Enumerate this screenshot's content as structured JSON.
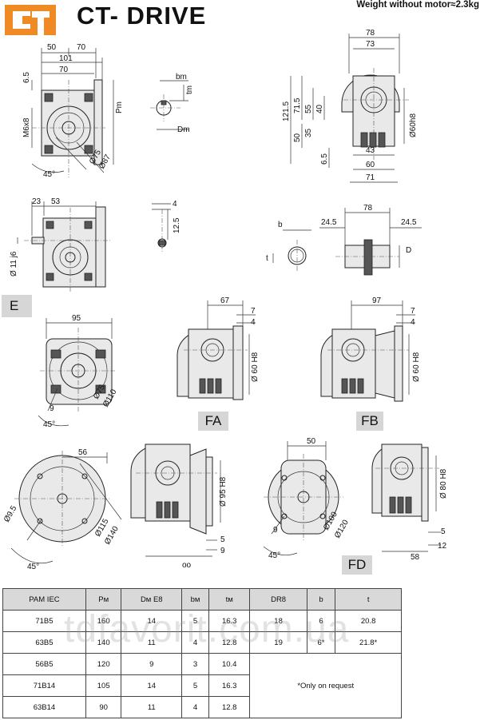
{
  "header": {
    "brand": "CT- DRIVE",
    "weight_note": "Weight without motor≈2.3kg"
  },
  "sections": {
    "e": "E",
    "fa": "FA",
    "fb": "FB",
    "fd": "FD"
  },
  "dims": {
    "front": [
      "6.5",
      "50",
      "70",
      "101",
      "70",
      "M6x8",
      "Pm",
      "Ø75",
      "Ø87",
      "45°"
    ],
    "key": [
      "bm",
      "tm",
      "Dm"
    ],
    "side": [
      "78",
      "73",
      "121.5",
      "71.5",
      "55",
      "40",
      "35",
      "50",
      "6.5",
      "43",
      "60",
      "71",
      "Ø60h8"
    ],
    "shaft_e": [
      "23",
      "53",
      "Ø 11 j6"
    ],
    "key_e": [
      "4",
      "12.5"
    ],
    "hollow": [
      "78",
      "24.5",
      "24.5",
      "b",
      "t",
      "D"
    ],
    "flange_95": [
      "95",
      "Ø75",
      "Ø110",
      "9",
      "45°"
    ],
    "fa": [
      "67",
      "7",
      "4",
      "Ø 60 H8"
    ],
    "fb": [
      "97",
      "7",
      "4",
      "Ø 60 H8"
    ],
    "flange_140": [
      "56",
      "Ø9.5",
      "Ø115",
      "Ø140",
      "45°"
    ],
    "f140_side": [
      "Ø 95 H8",
      "5",
      "9",
      "oo"
    ],
    "flange_120": [
      "50",
      "9",
      "Ø100",
      "Ø120",
      "45°"
    ],
    "fd": [
      "Ø 80 H8",
      "5",
      "12",
      "58"
    ]
  },
  "table": {
    "headers": [
      "PAM IEC",
      "Pм",
      "Dм E8",
      "bм",
      "tм",
      "DR8",
      "b",
      "t"
    ],
    "rows": [
      [
        "71B5",
        "160",
        "14",
        "5",
        "16.3"
      ],
      [
        "63B5",
        "140",
        "11",
        "4",
        "12.8"
      ],
      [
        "56B5",
        "120",
        "9",
        "3",
        "10.4"
      ],
      [
        "71B14",
        "105",
        "14",
        "5",
        "16.3"
      ],
      [
        "63B14",
        "90",
        "11",
        "4",
        "12.8"
      ]
    ],
    "hollow_rows": [
      [
        "18",
        "6",
        "20.8"
      ],
      [
        "19",
        "6*",
        "21.8*"
      ]
    ],
    "note": "*Only on request"
  },
  "watermark": "tdfavorit.com.ua"
}
